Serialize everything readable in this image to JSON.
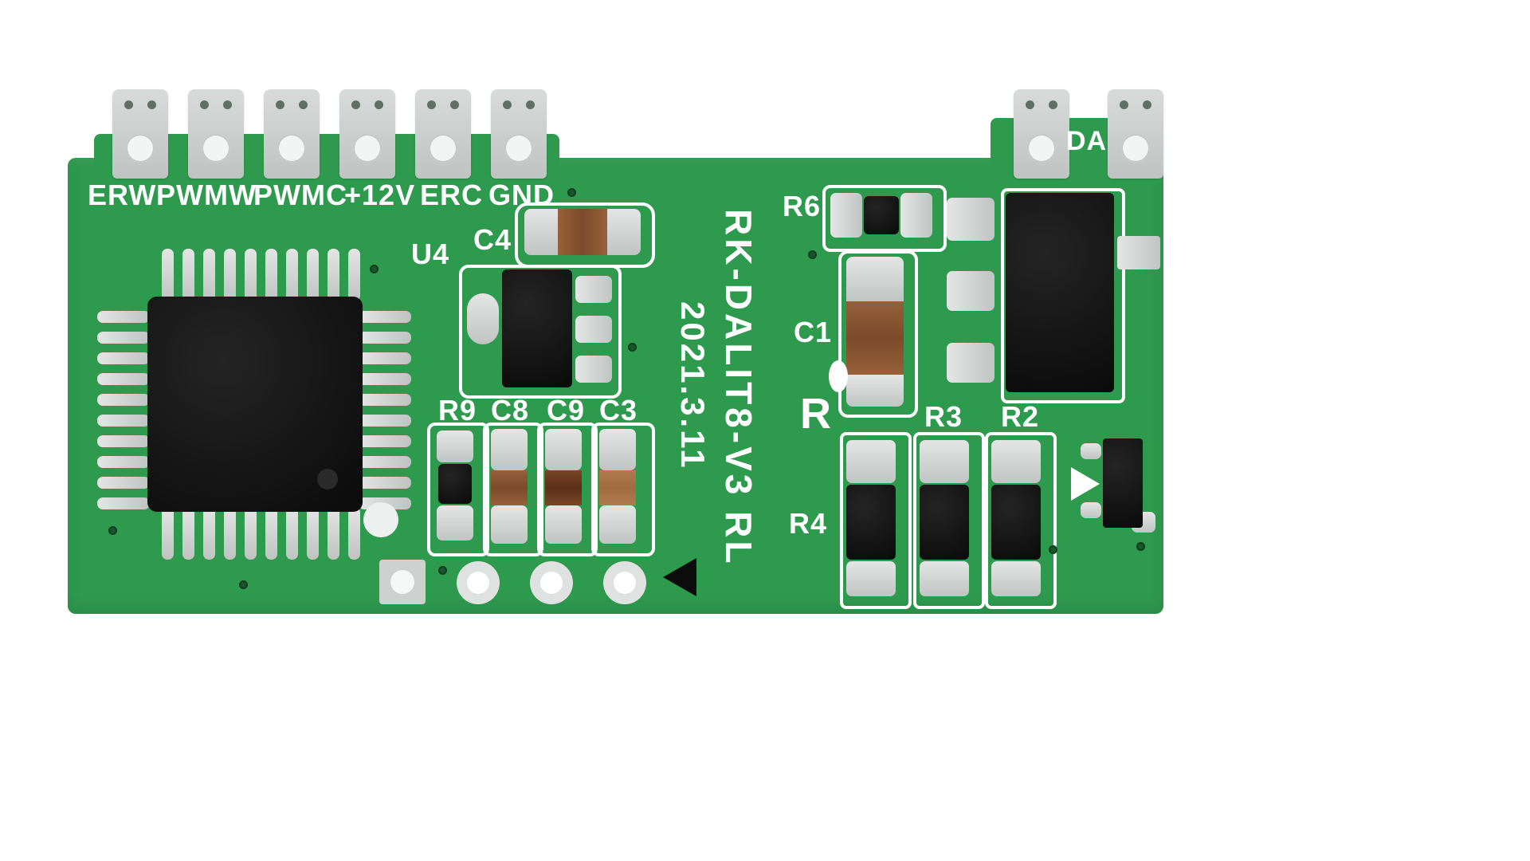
{
  "labels": {
    "da": "DA",
    "u4": "U4",
    "c4": "C4",
    "r9": "R9",
    "c8": "C8",
    "c9": "C9",
    "c3": "C3",
    "r6": "R6",
    "c1": "C1",
    "r_single": "R",
    "r3": "R3",
    "r2": "R2",
    "r4": "R4",
    "title": "RK-DALIT8-V3 RL",
    "date": "2021.3.11"
  },
  "pin_labels": [
    "ERW",
    "PWMW",
    "PWMC",
    "+12V",
    "ERC",
    "GND"
  ],
  "colors": {
    "board-green": "#2e9a4e",
    "silkscreen": "#ffffff",
    "pad-silver": "#d3d6d5",
    "component-black": "#0f0f0f",
    "cap-brown": "#7c4a2b",
    "cap-brown-dark": "#5a2f17",
    "cap-tan": "#a06b40",
    "hole-dark": "#5f6f64",
    "via-green": "#17562c"
  }
}
